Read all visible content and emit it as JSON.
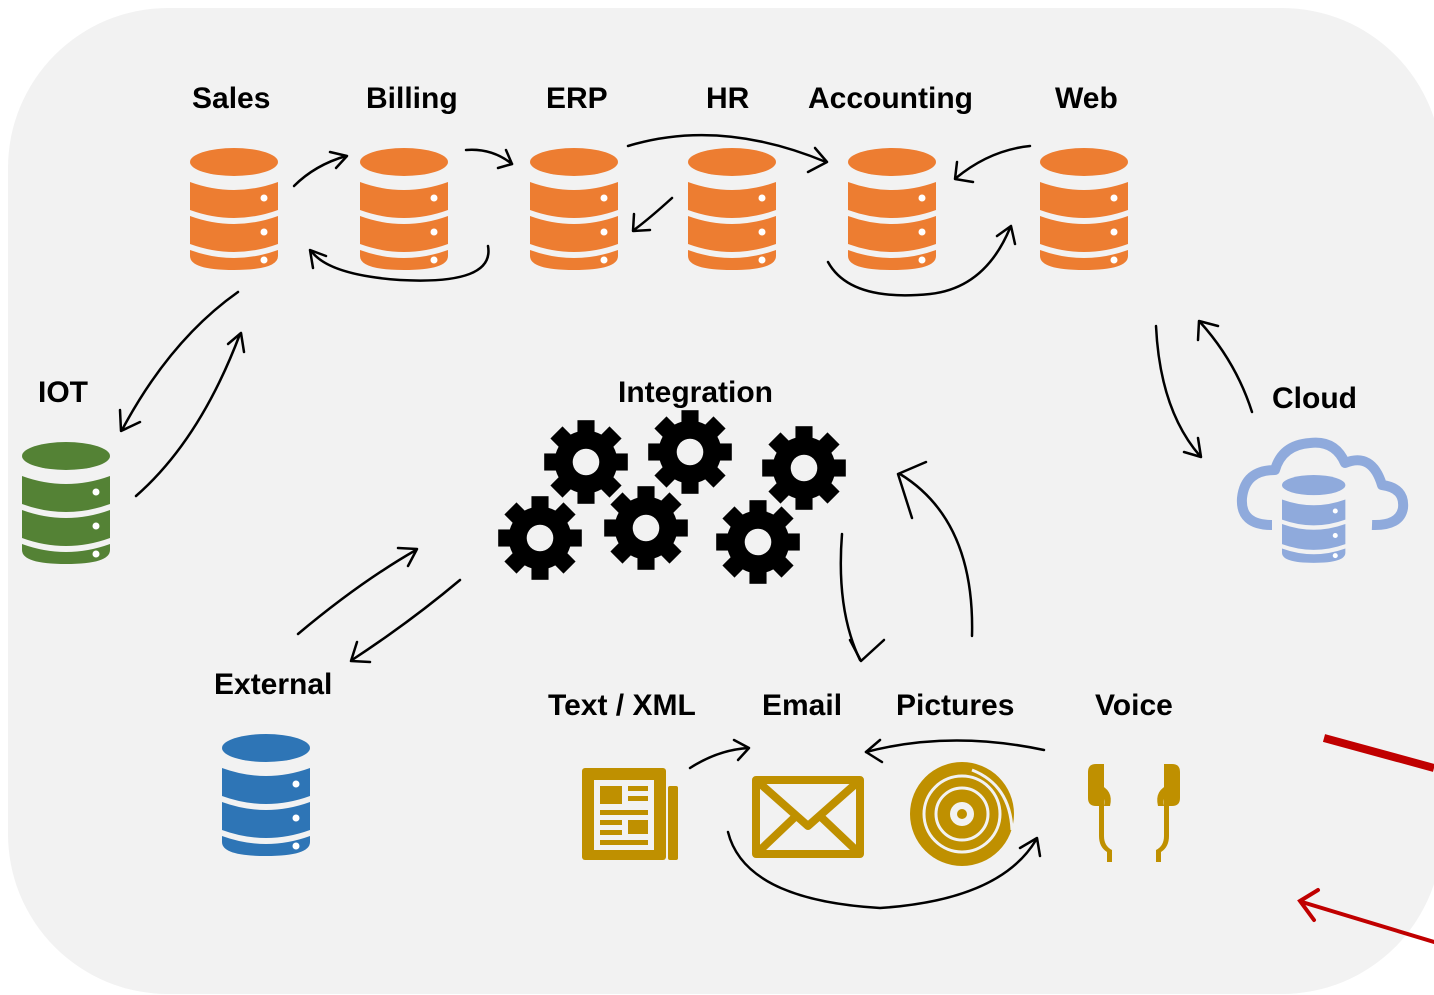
{
  "labels": {
    "sales": "Sales",
    "billing": "Billing",
    "erp": "ERP",
    "hr": "HR",
    "accounting": "Accounting",
    "web": "Web",
    "iot": "IOT",
    "integration": "Integration",
    "cloud": "Cloud",
    "external": "External",
    "text_xml": "Text / XML",
    "email": "Email",
    "pictures": "Pictures",
    "voice": "Voice"
  },
  "colors": {
    "background": "#f2f2f2",
    "orange": "#ed7d31",
    "green": "#548235",
    "blue": "#2e75b6",
    "cloud": "#8faadc",
    "gold": "#bf9000",
    "gears": "#000000",
    "highlight_arrow": "#c00000"
  },
  "icons": {
    "databases": "database-icon",
    "integration": "gears-icon",
    "cloud": "cloud-database-icon",
    "text_xml": "newspaper-icon",
    "email": "envelope-icon",
    "pictures": "disc-icon",
    "voice": "earphones-icon"
  }
}
